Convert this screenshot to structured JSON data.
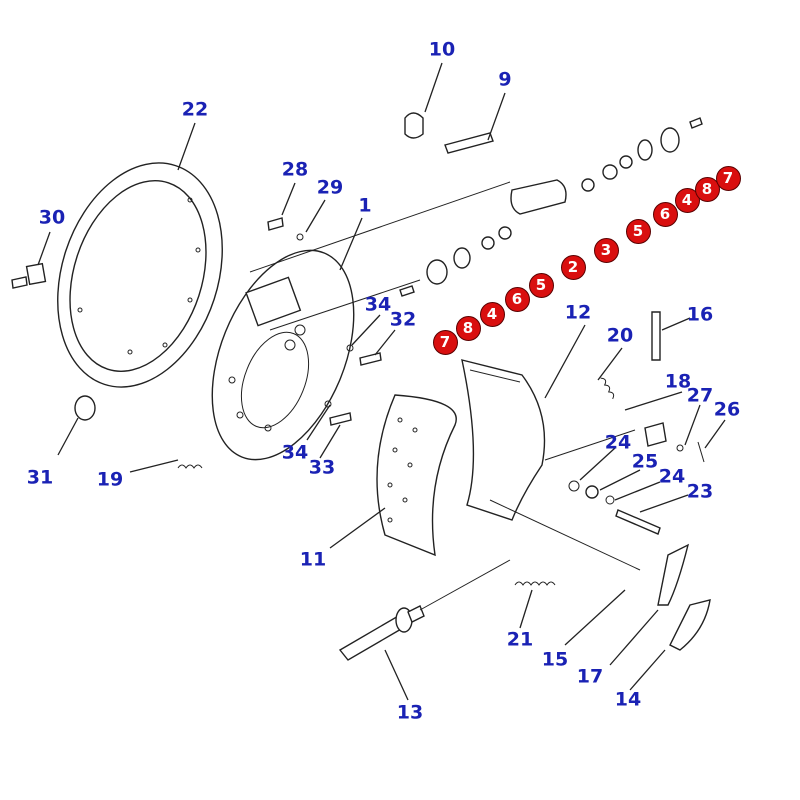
{
  "labels": {
    "l1": "1",
    "l9": "9",
    "l10": "10",
    "l11": "11",
    "l12": "12",
    "l13": "13",
    "l14": "14",
    "l15": "15",
    "l16": "16",
    "l17": "17",
    "l18": "18",
    "l19": "19",
    "l20": "20",
    "l21": "21",
    "l22": "22",
    "l23": "23",
    "l24a": "24",
    "l24b": "24",
    "l25": "25",
    "l26": "26",
    "l27": "27",
    "l28": "28",
    "l29": "29",
    "l30": "30",
    "l31": "31",
    "l32": "32",
    "l33": "33",
    "l34a": "34",
    "l34b": "34"
  },
  "badges": {
    "upper": [
      "3",
      "5",
      "6",
      "4",
      "8",
      "7"
    ],
    "upper_two": "2",
    "lower": [
      "7",
      "8",
      "4",
      "6",
      "5"
    ]
  },
  "colors": {
    "label": "#1a22b4",
    "badge_fill": "#d90f0f",
    "badge_text": "#ffffff",
    "line": "#222222"
  }
}
